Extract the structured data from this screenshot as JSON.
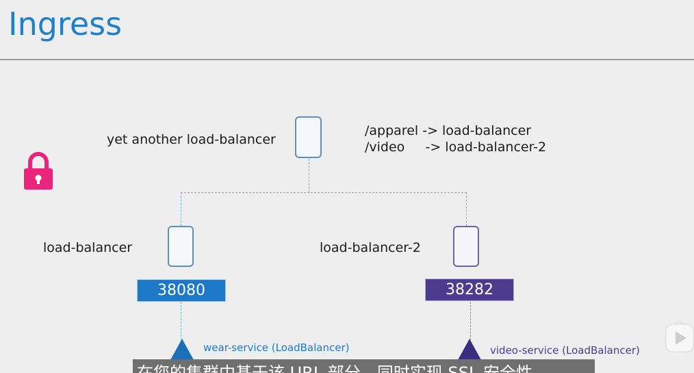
{
  "title": "Ingress",
  "top_balancer": {
    "label": "yet another load-balancer",
    "routes": [
      "/apparel -> load-balancer",
      "/video     -> load-balancer-2"
    ]
  },
  "left_balancer": {
    "label": "load-balancer",
    "port": "38080"
  },
  "right_balancer": {
    "label": "load-balancer-2",
    "port": "38282"
  },
  "services": {
    "wear": "wear-service (LoadBalancer)",
    "video": "video-service (LoadBalancer)"
  },
  "subtitle": "在您的集群中基于该 URL 部分，同时实现 SSL 安全性",
  "colors": {
    "title": "#1f7fc9",
    "blue": "#1d79c7",
    "purple": "#4b3c8e",
    "lock": "#e8257a"
  },
  "icons": {
    "lock": "lock-icon",
    "play": "play-icon"
  }
}
